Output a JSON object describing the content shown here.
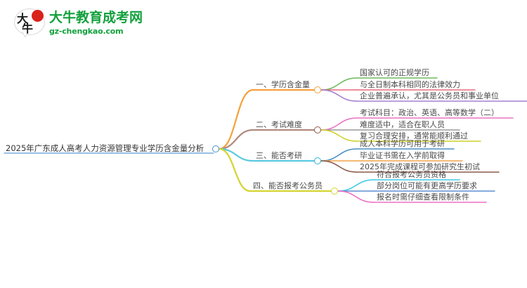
{
  "logo": {
    "mark_char_1": "大",
    "mark_char_2": "牛",
    "brand_cn": "大牛教育成考网",
    "brand_en": "gz-chengkao.com",
    "brand_color": "#12a03c",
    "dot_color": "#d9221c"
  },
  "mindmap": {
    "root": {
      "label": "2025年广东成人高考人力资源管理专业学历含金量分析",
      "underline_color": "#5b9bd5",
      "node_color": "#4a90c4"
    },
    "branches": [
      {
        "label": "一、学历含金量",
        "color": "#f5a03c",
        "node_color": "#f5a03c",
        "children": [
          {
            "label": "国家认可的正规学历",
            "color": "#6cbb5a"
          },
          {
            "label": "与全日制本科相同的法律效力",
            "color": "#e8697d"
          },
          {
            "label": "企业普遍承认，尤其是公务员和事业单位",
            "color": "#a57fd0"
          }
        ]
      },
      {
        "label": "二、考试难度",
        "color": "#b08a7e",
        "node_color": "#8c5a4a",
        "children": [
          {
            "label": "考试科目：政治、英语、高等数学（二）",
            "color": "#ec72c0"
          },
          {
            "label": "难度适中，适合在职人员",
            "color": "#9a9a9a"
          },
          {
            "label": "复习合理安排，通常能顺利通过",
            "color": "#cdd12a"
          }
        ]
      },
      {
        "label": "三、能否考研",
        "color": "#5bc8e0",
        "node_color": "#2bb6d6",
        "children": [
          {
            "label": "成人本科学历可用于考研",
            "color": "#4a90c4"
          },
          {
            "label": "毕业证书需在入学前取得",
            "color": "#f2a249"
          },
          {
            "label": "2025年完成课程可参加研究生初试",
            "color": "#8c5a4a"
          }
        ]
      },
      {
        "label": "四、能否报考公务员",
        "color": "#d4d430",
        "node_color": "#d4d430",
        "children": [
          {
            "label": "符合报考公务员资格",
            "color": "#3ec8e8"
          },
          {
            "label": "部分岗位可能有更高学历要求",
            "color": "#5b8fd0"
          },
          {
            "label": "报名时需仔细查看限制条件",
            "color": "#ef6fc4"
          }
        ]
      }
    ]
  }
}
